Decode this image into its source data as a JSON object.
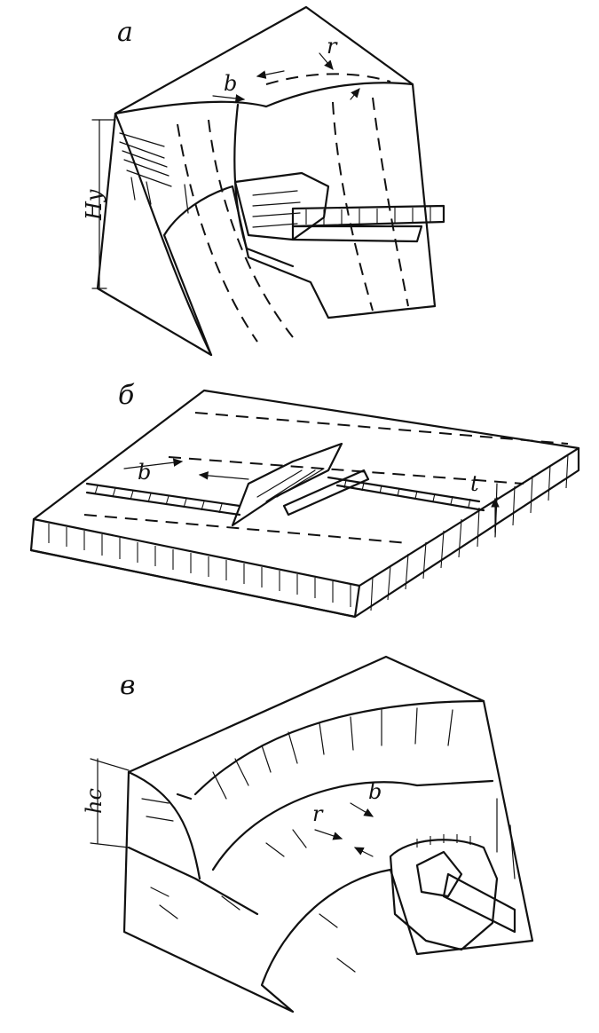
{
  "panels": [
    {
      "id": "a",
      "label": "а",
      "dimensions": [
        "b",
        "r",
        "Hу"
      ]
    },
    {
      "id": "b",
      "label": "б",
      "dimensions": [
        "b",
        "t"
      ]
    },
    {
      "id": "c",
      "label": "в",
      "dimensions": [
        "b",
        "r",
        "hс"
      ]
    }
  ],
  "colors": {
    "ink": "#111111",
    "paper": "#ffffff"
  }
}
